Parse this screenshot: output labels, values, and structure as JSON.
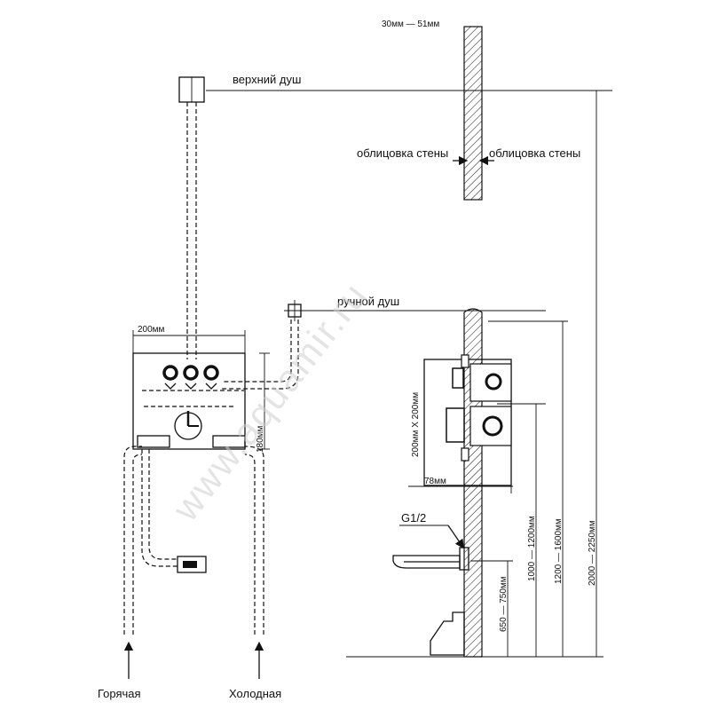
{
  "labels": {
    "top_shower": "верхний душ",
    "hand_shower": "ручной душ",
    "wall_left": "облицовка стены",
    "wall_right": "облицовка стены",
    "wall_thickness": "30мм — 51мм",
    "hot": "Горячая",
    "cold": "Холодная",
    "g12": "G1/2"
  },
  "dimensions": {
    "box_width": "200мм",
    "box_height": "180мм",
    "valve_size": "200мм X 200мм",
    "depth": "78мм",
    "h_spout": "650 — 750мм",
    "h_mixer": "1000 — 1200мм",
    "h_hand": "1200 — 1600мм",
    "h_top": "2000 — 2250мм"
  },
  "watermark": "www.aquamir.ru"
}
